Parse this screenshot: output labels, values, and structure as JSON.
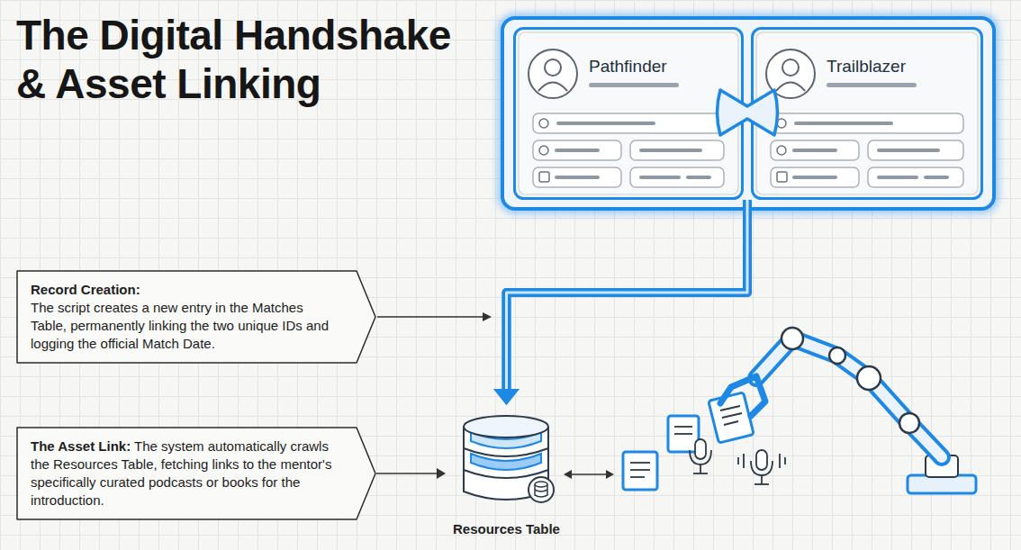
{
  "diagram": {
    "title": "The Digital Handshake & Asset Linking",
    "nodes": [
      {
        "text": [
          "Pathfinder"
        ]
      },
      {
        "text": [
          "Trailblazer"
        ]
      },
      {
        "text": [
          "Record Creation:",
          "The script creates a new entry in the Matches Table, permanently linking the two unique IDs and logging the official Match Date."
        ]
      },
      {
        "text": [
          "The Asset Link:",
          "The system automatically crawls the Resources Table, fetching links to the mentor's specifically curated podcasts or books for the introduction."
        ]
      },
      {
        "text": [
          "Resources Table"
        ]
      }
    ],
    "edges": [
      {
        "from": 0,
        "to": 4,
        "arrow": "to"
      },
      {
        "from": 1,
        "to": 4,
        "arrow": "to"
      },
      {
        "from": 3,
        "to": 4,
        "arrow": "to"
      }
    ]
  }
}
